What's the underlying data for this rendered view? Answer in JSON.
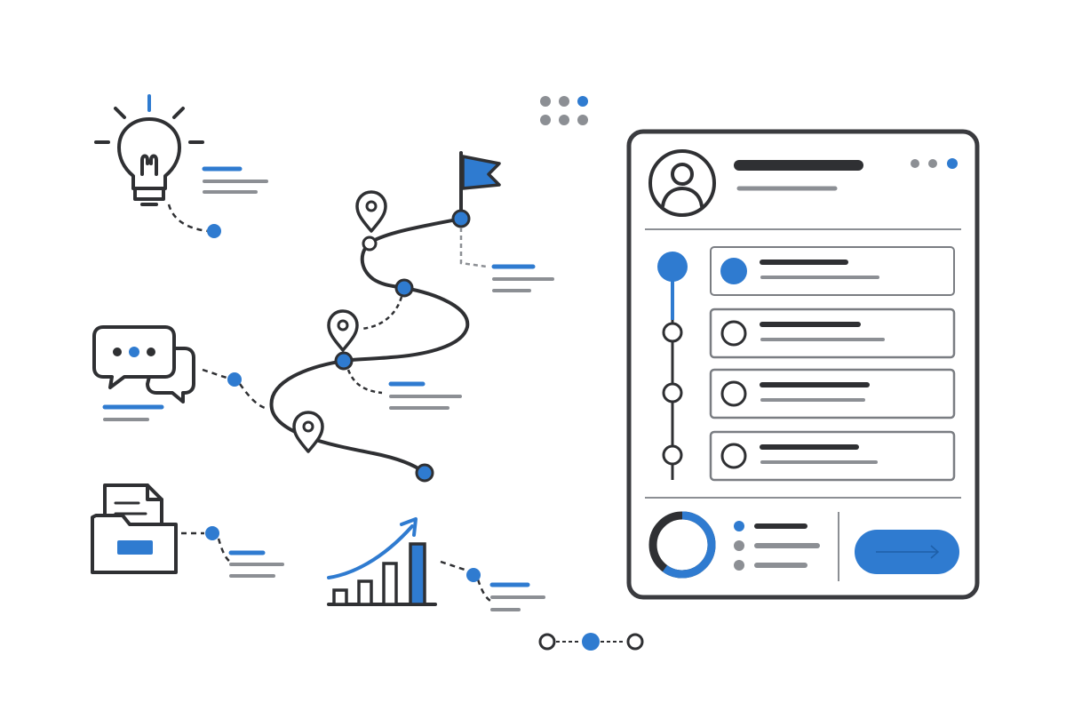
{
  "colors": {
    "ink": "#2f3033",
    "accent": "#2f7bd0",
    "muted": "#8c8f94",
    "panel_border": "#3a3b3f",
    "card_border": "#7a7d82",
    "background": "#ffffff"
  },
  "icons": {
    "idea": "lightbulb-icon",
    "chat": "chat-bubbles-icon",
    "files": "folder-document-icon",
    "growth": "bar-chart-growth-icon",
    "goal": "flag-icon",
    "profile": "user-avatar-icon",
    "location": "map-pin-icon",
    "action": "arrow-right-icon"
  },
  "dashboard": {
    "window_dots": 3,
    "active_window_dot": 3,
    "step_count": 4,
    "active_step": 1,
    "progress_ring": 0.6,
    "legend_items": 3
  },
  "pagination": {
    "count": 3,
    "active": 2
  },
  "dot_grid": {
    "count": 6,
    "active": 3
  }
}
